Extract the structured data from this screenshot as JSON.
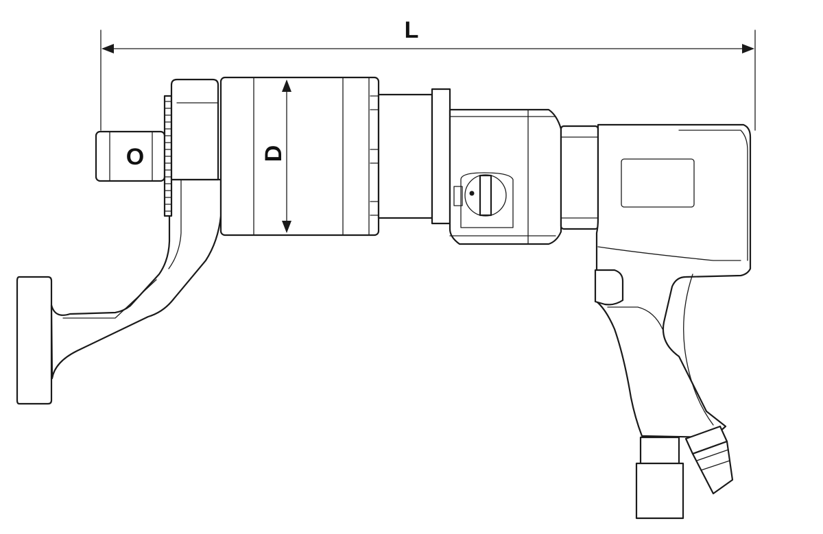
{
  "dimensions": {
    "length_label": "L",
    "diameter_label": "D",
    "square_drive_label": "O"
  },
  "colors": {
    "line": "#1a1a1a",
    "background": "#ffffff"
  }
}
